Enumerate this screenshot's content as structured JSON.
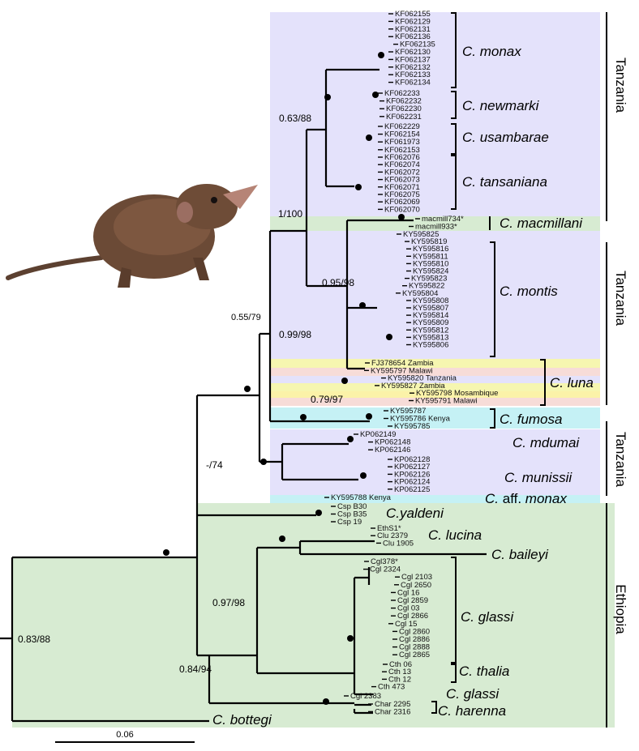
{
  "regions": {
    "tanzania": "Tanzania",
    "ethiopia": "Ethiopia"
  },
  "support": {
    "n1": "0.63/88",
    "n2": "1/100",
    "n3": "0.95/98",
    "n4": "0.99/98",
    "n5": "0.55/79",
    "n6": "0.79/97",
    "n7": "-/74",
    "n8": "0.97/98",
    "n9": "0.84/94",
    "n10": "0.83/88"
  },
  "scale_bar": "0.06",
  "clades": {
    "monax": "C. monax",
    "newmarki": "C. newmarki",
    "usambarae": "C. usambarae",
    "tansaniana": "C. tansaniana",
    "macmillani": "C. macmillani",
    "montis": "C. montis",
    "luna": "C. luna",
    "fumosa": "C. fumosa",
    "mdumai": "C. mdumai",
    "munissii": "C. munissii",
    "aff_prefix": "C.",
    "aff_mid": "aff.",
    "aff_suffix": "monax",
    "yaldeni": "C.yaldeni",
    "lucina": "C. lucina",
    "baileyi": "C. baileyi",
    "glassi": "C. glassi",
    "thalia": "C. thalia",
    "glassi2": "C. glassi",
    "harenna": "C. harenna",
    "bottegi": "C. bottegi"
  },
  "tips": {
    "monax": [
      "KF062155",
      "KF062129",
      "KF062131",
      "KF062136",
      "KF062135",
      "KF062130",
      "KF062137",
      "KF062132",
      "KF062133",
      "KF062134"
    ],
    "newmarki": [
      "KF062233",
      "KF062232",
      "KF062230",
      "KF062231"
    ],
    "usambarae": [
      "KF062229",
      "KF062154",
      "KF061973",
      "KF062153"
    ],
    "tansaniana": [
      "KF062076",
      "KF062074",
      "KF062072",
      "KF062073",
      "KF062071",
      "KF062075",
      "KF062069",
      "KF062070"
    ],
    "macmillani": [
      "macmill734*",
      "macmill933*"
    ],
    "montis": [
      "KY595825",
      "KY595819",
      "KY595816",
      "KY595811",
      "KY595810",
      "KY595824",
      "KY595823",
      "KY595822",
      "KY595804",
      "KY595808",
      "KY595807",
      "KY595814",
      "KY595809",
      "KY595812",
      "KY595813",
      "KY595806"
    ],
    "luna": [
      "FJ378654 Zambia",
      "KY595797 Malawi",
      "KY595820 Tanzania",
      "KY595827  Zambia",
      "KY595798 Mosambique",
      "KY595791          Malawi"
    ],
    "fumosa": [
      "KY595787",
      "KY595786 Kenya",
      "KY595785"
    ],
    "mdumai": [
      "KP062149",
      "KP062148",
      "KP062146"
    ],
    "munissii": [
      "KP062128",
      "KP062127",
      "KP062126",
      "KP062124",
      "KP062125"
    ],
    "aff_monax": [
      "KY595788 Kenya"
    ],
    "yaldeni": [
      "Csp B30",
      "Csp B35",
      "Csp 19"
    ],
    "lucina": [
      "EthS1*",
      "Clu 2379",
      "Clu 1905"
    ],
    "glassi": [
      "Cgl378*",
      "Cgl 2324",
      "Cgl 2103",
      "Cgl 2650",
      "Cgl 16",
      "Cgl 2859",
      "Cgl 03",
      "Cgl 2866",
      "Cgl 15",
      "Cgl 2860",
      "Cgl 2886",
      "Cgl 2888",
      "Cgl 2865"
    ],
    "thalia": [
      "Cth 06",
      "Cth 13",
      "Cth 12",
      "Cth 473"
    ],
    "glassi2": [
      "Cgl 2383"
    ],
    "harenna": [
      "Char 2295",
      "Char 2316"
    ]
  },
  "colors": {
    "tanzania_bg": "#e4e2fb",
    "ethiopia_bg": "#d7ebd2",
    "kenya_bg": "#c5f1f5",
    "zambia_bg": "#f6f6b0",
    "malawi_bg": "#f7dcd8",
    "mozambique_bg": "#fbf2a8",
    "branch": "#000000"
  },
  "icons": {
    "photo": "shrew-photo",
    "node_marker": "node-dot-icon"
  }
}
